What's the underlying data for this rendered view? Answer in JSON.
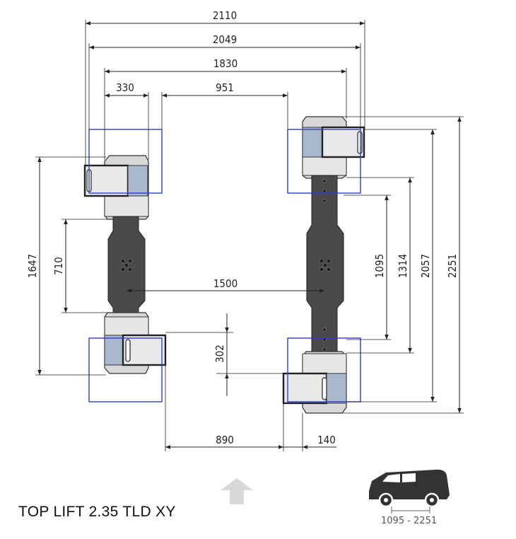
{
  "title": "TOP LIFT 2.35 TLD XY",
  "dimensions": {
    "d2110": "2110",
    "d2049": "2049",
    "d1830": "1830",
    "d330": "330",
    "d951": "951",
    "d1647": "1647",
    "d710": "710",
    "d1500": "1500",
    "d1095": "1095",
    "d1314": "1314",
    "d2057": "2057",
    "d2251": "2251",
    "d302": "302",
    "d890": "890",
    "d140": "140"
  },
  "vehicle_range": "1095 - 2251",
  "colors": {
    "frame": "#2d3fd0",
    "arm": "#4a4a4a",
    "pad_light": "#d9d9d9",
    "pad_blue": "#a9b8cc",
    "arrow": "#d8d8d8",
    "van": "#333333"
  },
  "icons": {
    "direction": "up-arrow-icon",
    "vehicle": "van-icon"
  }
}
